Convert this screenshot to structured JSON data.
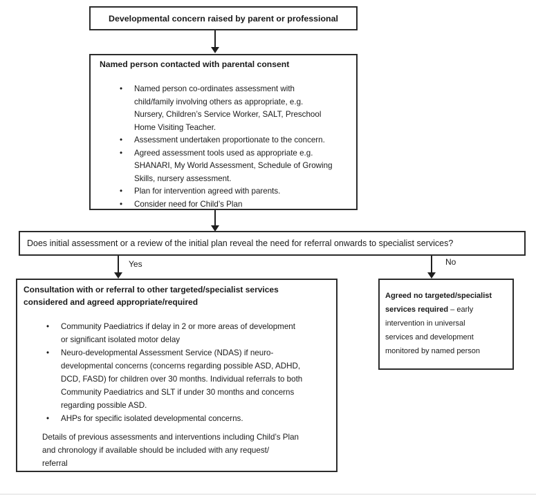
{
  "flow": {
    "top_box": "Developmental concern raised by parent or professional",
    "named_box": {
      "title": "Named person contacted with parental consent",
      "bullets": [
        "Named person co-ordinates assessment with\nchild/family involving others as appropriate, e.g.\nNursery, Children’s Service Worker, SALT, Preschool\nHome Visiting Teacher.",
        "Assessment undertaken proportionate to the concern.",
        "Agreed assessment tools used as appropriate e.g.\nSHANARI, My World Assessment, Schedule of Growing\nSkills, nursery assessment.",
        "Plan for intervention agreed with parents.",
        "Consider need for Child’s Plan"
      ]
    },
    "decision": "Does initial assessment or a review of the initial plan reveal the need for referral onwards to specialist services?",
    "yes_label": "Yes",
    "no_label": "No",
    "consult_box": {
      "title": "Consultation with or referral to other targeted/specialist services\nconsidered and agreed appropriate/required",
      "bullets": [
        "Community Paediatrics if delay in 2 or more areas of development\nor significant isolated motor delay",
        "Neuro-developmental Assessment Service (NDAS) if neuro-\ndevelopmental concerns (concerns regarding possible ASD, ADHD,\nDCD, FASD) for children over 30 months. Individual referrals to both\nCommunity Paediatrics and SLT if under 30 months and concerns\nregarding possible ASD.",
        "AHPs for specific isolated developmental concerns."
      ],
      "note": "Details of previous assessments and interventions including Child’s Plan\nand chronology if available should be included with any request/\nreferral"
    },
    "no_box": {
      "lines": [
        {
          "bold": "Agreed no targeted/specialist",
          "rest": ""
        },
        {
          "bold": "services required",
          "rest": " – early"
        },
        {
          "bold": "",
          "rest": "intervention in universal"
        },
        {
          "bold": "",
          "rest": "services and development"
        },
        {
          "bold": "",
          "rest": "monitored by named person"
        }
      ]
    }
  }
}
